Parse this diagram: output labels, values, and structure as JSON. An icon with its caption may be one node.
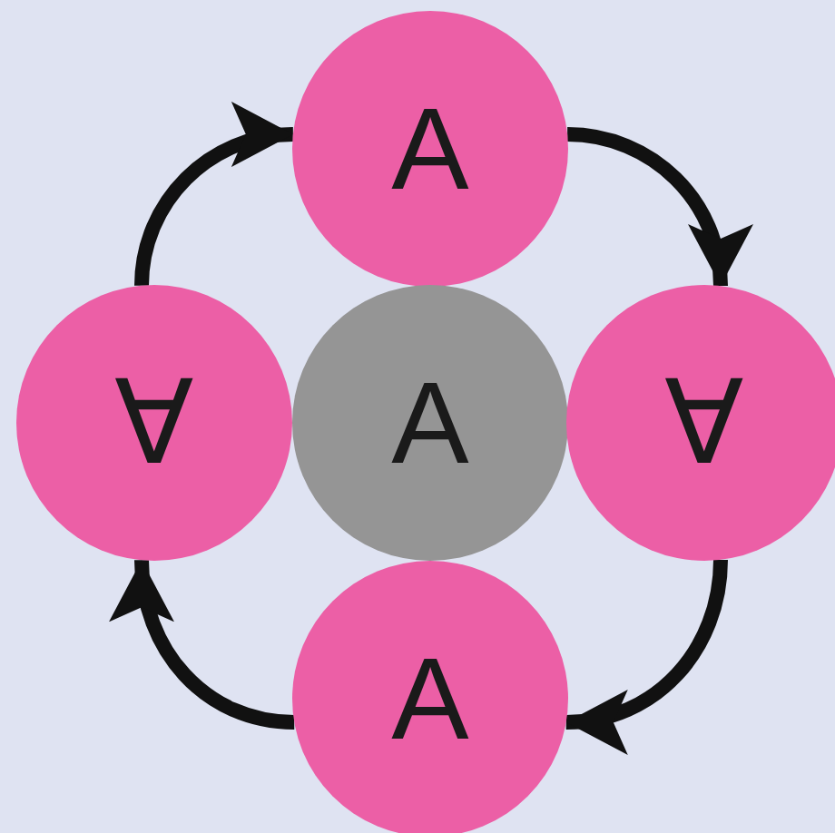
{
  "diagram": {
    "nodes": [
      {
        "text": [
          "A"
        ]
      },
      {
        "text": [
          "∀"
        ]
      },
      {
        "text": [
          "A"
        ]
      },
      {
        "text": [
          "∀"
        ]
      },
      {
        "text": [
          "A"
        ]
      }
    ],
    "edges": [
      {
        "from": 1,
        "to": 0,
        "arrow": "to"
      },
      {
        "from": 0,
        "to": 3,
        "arrow": "to"
      },
      {
        "from": 3,
        "to": 4,
        "arrow": "to"
      },
      {
        "from": 4,
        "to": 1,
        "arrow": "to"
      }
    ]
  }
}
